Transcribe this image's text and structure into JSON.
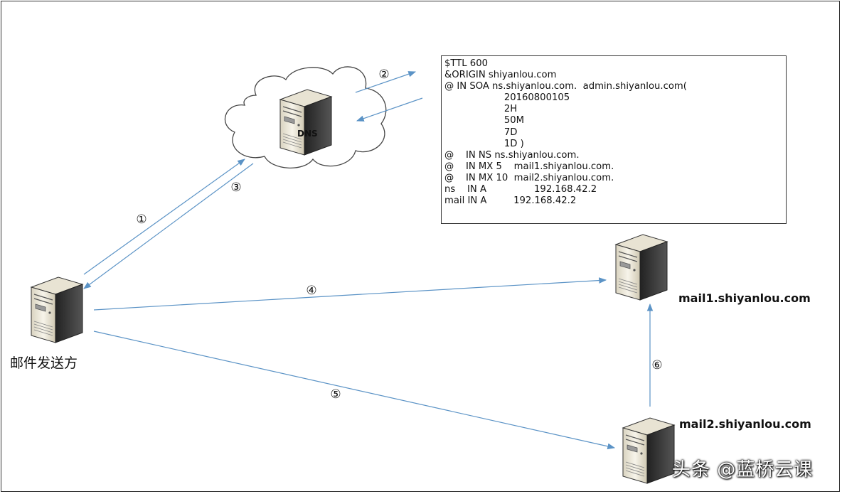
{
  "dns_label": "DNS",
  "zone_file": {
    "lines": [
      "$TTL 600",
      "&ORIGIN shiyanlou.com",
      "@ IN SOA ns.shiyanlou.com.  admin.shiyanlou.com(",
      "                    20160800105",
      "                    2H",
      "                    50M",
      "                    7D",
      "                    1D )",
      "@    IN NS ns.shiyanlou.com.",
      "@    IN MX 5    mail1.shiyanlou.com.",
      "@    IN MX 10  mail2.shiyanlou.com.",
      "ns    IN A                192.168.42.2",
      "mail IN A         192.168.42.2"
    ]
  },
  "servers": {
    "sender": "邮件发送方",
    "mail1": "mail1.shiyanlou.com",
    "mail2": "mail2.shiyanlou.com"
  },
  "steps": [
    "①",
    "②",
    "③",
    "④",
    "⑤",
    "⑥"
  ],
  "watermark": "头条 @蓝桥云课",
  "colors": {
    "arrow": "#5b93c6",
    "server_light": "#f3f0e6",
    "server_dark": "#3a3a3a",
    "cloud_stroke": "#444444"
  }
}
